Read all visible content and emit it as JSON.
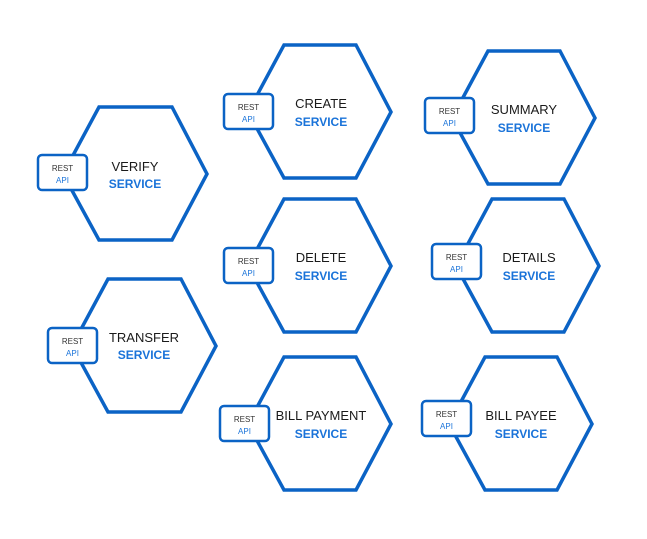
{
  "colors": {
    "stroke": "#0b63c5",
    "subtitle": "#1a73d9",
    "title": "#1a1a1a",
    "background": "#ffffff"
  },
  "services": [
    {
      "id": "verify",
      "name": "VERIFY",
      "subtitle": "SERVICE",
      "badge_top": "REST",
      "badge_bottom": "API"
    },
    {
      "id": "transfer",
      "name": "TRANSFER",
      "subtitle": "SERVICE",
      "badge_top": "REST",
      "badge_bottom": "API"
    },
    {
      "id": "create",
      "name": "CREATE",
      "subtitle": "SERVICE",
      "badge_top": "REST",
      "badge_bottom": "API"
    },
    {
      "id": "delete",
      "name": "DELETE",
      "subtitle": "SERVICE",
      "badge_top": "REST",
      "badge_bottom": "API"
    },
    {
      "id": "bill-payment",
      "name": "BILL PAYMENT",
      "subtitle": "SERVICE",
      "badge_top": "REST",
      "badge_bottom": "API"
    },
    {
      "id": "summary",
      "name": "SUMMARY",
      "subtitle": "SERVICE",
      "badge_top": "REST",
      "badge_bottom": "API"
    },
    {
      "id": "details",
      "name": "DETAILS",
      "subtitle": "SERVICE",
      "badge_top": "REST",
      "badge_bottom": "API"
    },
    {
      "id": "bill-payee",
      "name": "BILL PAYEE",
      "subtitle": "SERVICE",
      "badge_top": "REST",
      "badge_bottom": "API"
    }
  ]
}
